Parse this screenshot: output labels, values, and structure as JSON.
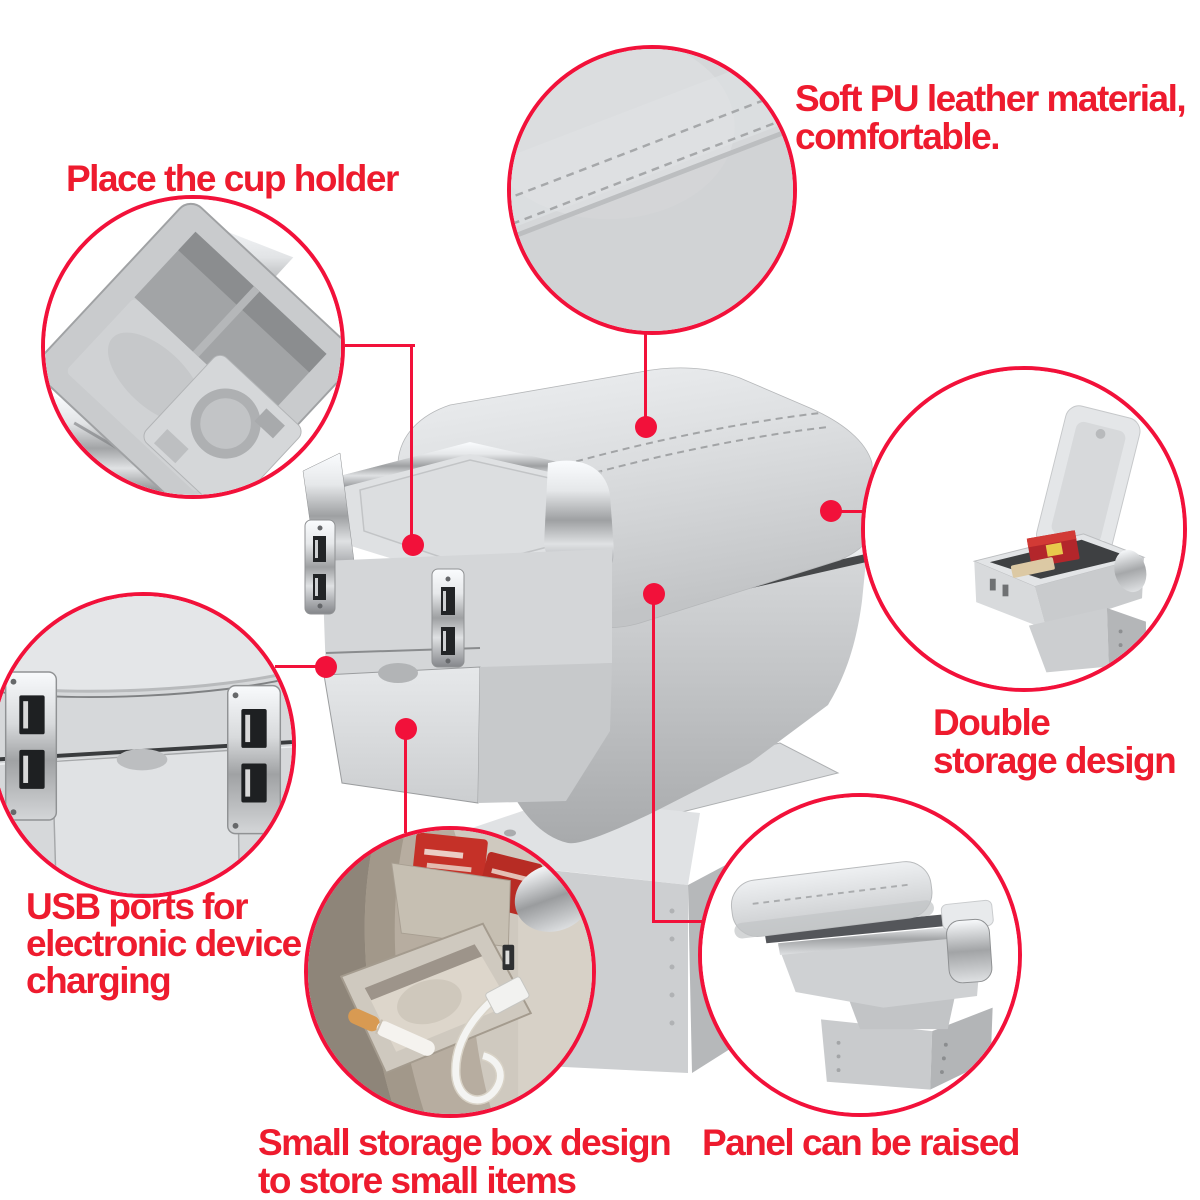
{
  "colors": {
    "accent_text_red": "#ee1b2e",
    "callout_circle_red": "#f2113a",
    "product_light_gray": "#d5d7d9",
    "chrome_silver": "#c9cbcd"
  },
  "callouts": {
    "cup_holder": {
      "lines": [
        "Place the cup holder"
      ]
    },
    "pu_leather": {
      "lines": [
        "Soft PU leather material,",
        "comfortable."
      ]
    },
    "double_storage": {
      "lines": [
        "Double",
        "storage design"
      ]
    },
    "usb_ports": {
      "lines": [
        "USB ports for",
        "electronic device",
        "charging"
      ]
    },
    "small_storage": {
      "lines": [
        "Small storage box design",
        "to store small items"
      ]
    },
    "panel_raised": {
      "lines": [
        "Panel can be raised"
      ]
    }
  }
}
